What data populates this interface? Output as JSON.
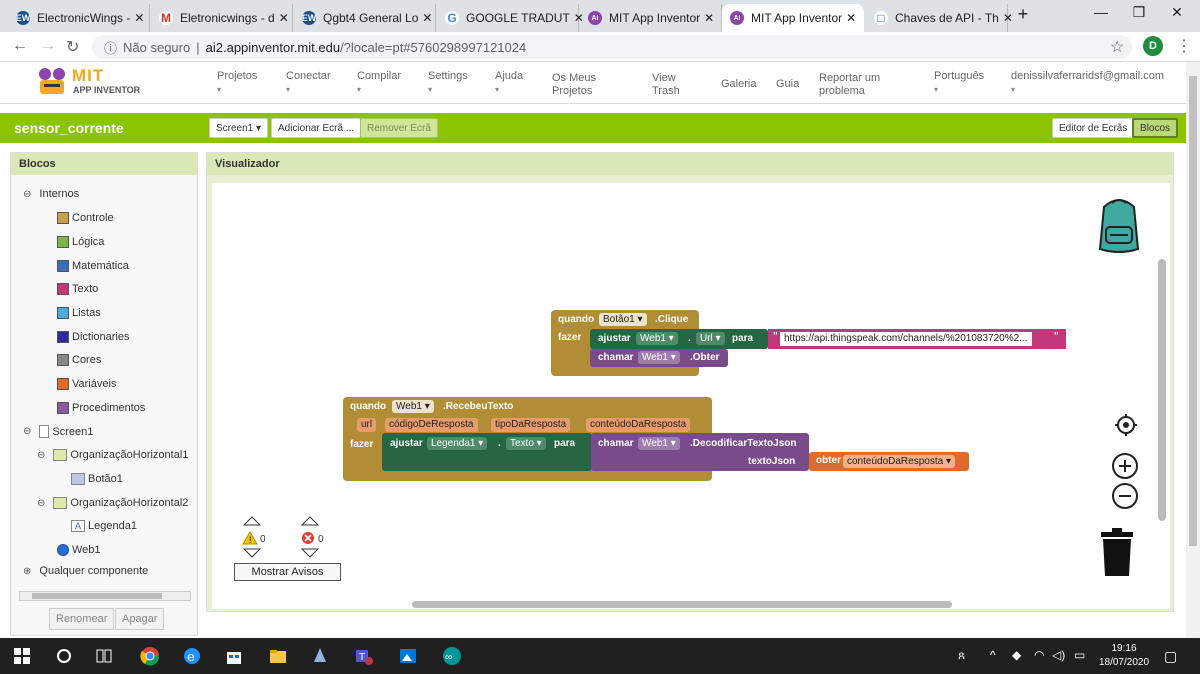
{
  "browser": {
    "tabs": [
      {
        "title": "ElectronicWings -",
        "fav": "EW",
        "color": "#1a4f8b"
      },
      {
        "title": "Eletronicwings - d",
        "fav": "M",
        "color": "#ffffff"
      },
      {
        "title": "Qgbt4 General Lo",
        "fav": "EW",
        "color": "#1a4f8b"
      },
      {
        "title": "GOOGLE TRADUT",
        "fav": "G",
        "color": "#ffffff"
      },
      {
        "title": "MIT App Inventor",
        "fav": "AI",
        "color": "#8e44ad"
      },
      {
        "title": "MIT App Inventor",
        "fav": "AI",
        "color": "#8e44ad"
      },
      {
        "title": "Chaves de API - Th",
        "fav": "□",
        "color": "#ffffff"
      }
    ],
    "new_tab": "+",
    "address": {
      "security": "Não seguro",
      "host": "ai2.appinventor.mit.edu",
      "path": "/?locale=pt#5760298997121024"
    },
    "avatar": "D"
  },
  "app": {
    "logo_text": "MIT",
    "logo_sub": "APP INVENTOR",
    "menu": [
      {
        "l1": "Projetos",
        "l2": "",
        "caret": true
      },
      {
        "l1": "Conectar",
        "l2": "",
        "caret": true
      },
      {
        "l1": "Compilar",
        "l2": "",
        "caret": true
      },
      {
        "l1": "Settings",
        "l2": "",
        "caret": true
      },
      {
        "l1": "Ajuda",
        "l2": "",
        "caret": true
      },
      {
        "l1": "Os Meus",
        "l2": "Projetos",
        "caret": false
      },
      {
        "l1": "View",
        "l2": "Trash",
        "caret": false
      },
      {
        "l1": "Galeria",
        "l2": "",
        "caret": false
      },
      {
        "l1": "Guia",
        "l2": "",
        "caret": false
      },
      {
        "l1": "Reportar um",
        "l2": "problema",
        "caret": false
      },
      {
        "l1": "Português",
        "l2": "",
        "caret": true
      },
      {
        "l1": "denissilvaferraridsf@gmail.com",
        "l2": "",
        "caret": true
      }
    ]
  },
  "project": {
    "name": "sensor_corrente",
    "screen_select": "Screen1 ▾",
    "add_screen": "Adicionar Ecrã ...",
    "remove_screen": "Remover Ecrã",
    "designer": "Editor de Ecrãs",
    "blocks": "Blocos"
  },
  "blocks_panel": {
    "title": "Blocos",
    "builtin": "Internos",
    "categories": [
      {
        "label": "Controle",
        "color": "#c9a04a"
      },
      {
        "label": "Lógica",
        "color": "#7ab648"
      },
      {
        "label": "Matemática",
        "color": "#3a6db5"
      },
      {
        "label": "Texto",
        "color": "#c2387c"
      },
      {
        "label": "Listas",
        "color": "#4aaed9"
      },
      {
        "label": "Dictionaries",
        "color": "#2b2b9e"
      },
      {
        "label": "Cores",
        "color": "#888888"
      },
      {
        "label": "Variáveis",
        "color": "#e06b2b"
      },
      {
        "label": "Procedimentos",
        "color": "#8a5a9e"
      }
    ],
    "components": {
      "screen": "Screen1",
      "h1": "OrganizaçãoHorizontal1",
      "button": "Botão1",
      "h2": "OrganizaçãoHorizontal2",
      "label": "Legenda1",
      "web": "Web1"
    },
    "any_component": "Qualquer componente",
    "rename": "Renomear",
    "delete": "Apagar"
  },
  "viewer": {
    "title": "Visualizador",
    "block1": {
      "when": "quando",
      "component": "Botão1 ▾",
      "event": ".Clique",
      "do": "fazer",
      "set": "ajustar",
      "set_comp": "Web1 ▾",
      "dot": ".",
      "prop": "Url ▾",
      "to": "para",
      "url": "https://api.thingspeak.com/channels/%201083720%2...",
      "call": "chamar",
      "call_comp": "Web1 ▾",
      "method": ".Obter"
    },
    "block2": {
      "when": "quando",
      "component": "Web1 ▾",
      "event": ".RecebeuTexto",
      "params": [
        "url",
        "códigoDeResposta",
        "tipoDaResposta",
        "conteúdoDaResposta"
      ],
      "do": "fazer",
      "set": "ajustar",
      "set_comp": "Legenda1 ▾",
      "dot": ".",
      "prop": "Texto ▾",
      "to": "para",
      "call": "chamar",
      "call_comp": "Web1 ▾",
      "method": ".DecodificarTextoJson",
      "arg": "textoJson",
      "get": "obter",
      "get_var": "conteúdoDaResposta ▾"
    },
    "warnings": "0",
    "errors": "0",
    "show_warnings": "Mostrar Avisos"
  },
  "taskbar": {
    "time": "19:16",
    "date": "18/07/2020"
  }
}
